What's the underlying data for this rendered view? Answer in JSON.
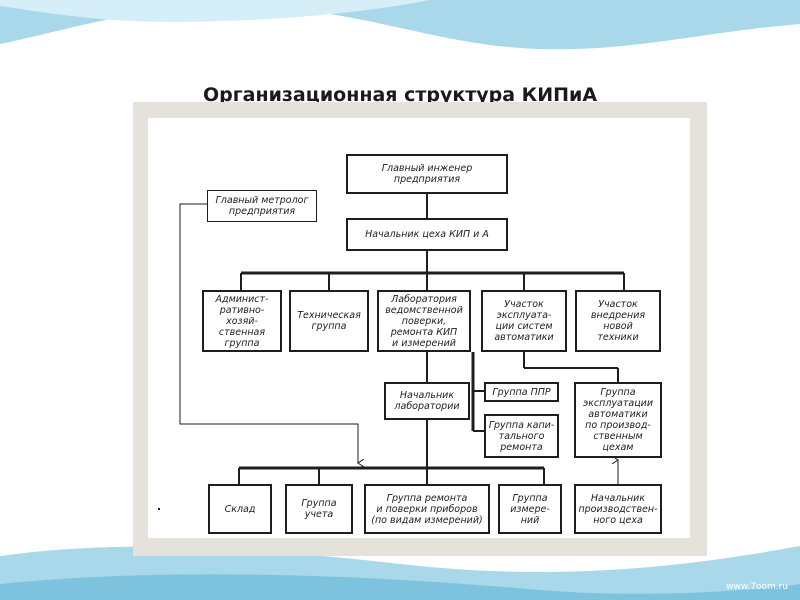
{
  "slide": {
    "title": "Организационная структура КИПиА",
    "footer_url": "www.7oom.ru"
  },
  "diagram": {
    "chief_engineer": "Главный инженер\nпредприятия",
    "chief_metrologist": "Главный метролог\nпредприятия",
    "shop_head": "Начальник цеха КИП и А",
    "admin_group": "Админист-\nративно-хозяй-\nственная\nгруппа",
    "tech_group": "Техническая\nгруппа",
    "lab": "Лаборатория\nведомственной\nповерки,\nремонта КИП\nи измерений",
    "ops_section": "Участок\nэксплуата-\nции систем\nавтоматики",
    "impl_section": "Участок\nвнедрения\nновой\nтехники",
    "lab_head": "Начальник\nлаборатории",
    "ppr_group": "Группа ППР",
    "overhaul_group": "Группа капи-\nтального\nремонта",
    "prod_automation_group": "Группа\nэксплуатации\nавтоматики\nпо производ-\nственным\nцехам",
    "warehouse": "Склад",
    "accounting_group": "Группа\nучета",
    "repair_calibration_group": "Группа ремонта\nи поверки приборов\n(по видам измерений)",
    "measurement_group": "Группа\nизмере-\nний",
    "prod_shop_head": "Начальник\nпроизводствен-\nного цеха"
  }
}
